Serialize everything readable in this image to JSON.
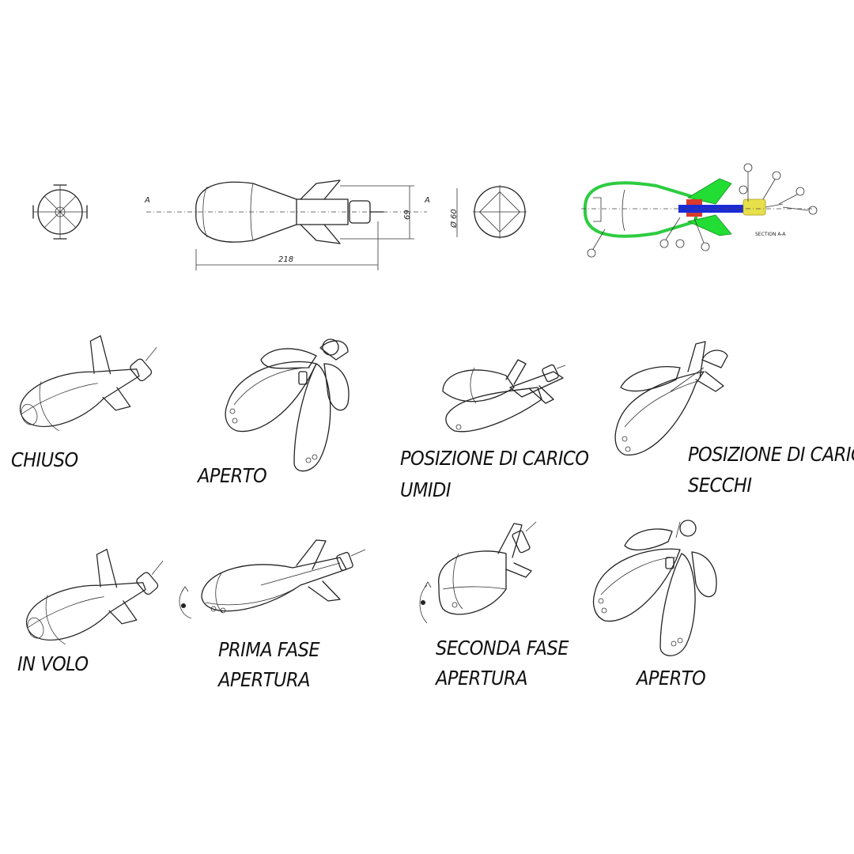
{
  "technical_drawing": {
    "dim_length": "218",
    "dim_height": "69",
    "dim_diameter": "Ø 60",
    "section_marker": "A",
    "section_title": "SECTION A-A"
  },
  "colors": {
    "shell": "#2ecc40",
    "fins": "#22dd33",
    "core": "#1a2bd6",
    "bushing": "#d93a2b",
    "nozzle": "#e8e04a",
    "line": "#222222"
  },
  "labels": {
    "chiuso": "CHIUSO",
    "aperto_1": "APERTO",
    "carico_umidi_1": "POSIZIONE DI CARICO",
    "carico_umidi_2": "UMIDI",
    "carico_secchi_1": "POSIZIONE DI CARICO",
    "carico_secchi_2": "SECCHI",
    "in_volo": "IN VOLO",
    "prima_fase_1": "PRIMA FASE",
    "prima_fase_2": "APERTURA",
    "seconda_fase_1": "SECONDA FASE",
    "seconda_fase_2": "APERTURA",
    "aperto_2": "APERTO"
  }
}
